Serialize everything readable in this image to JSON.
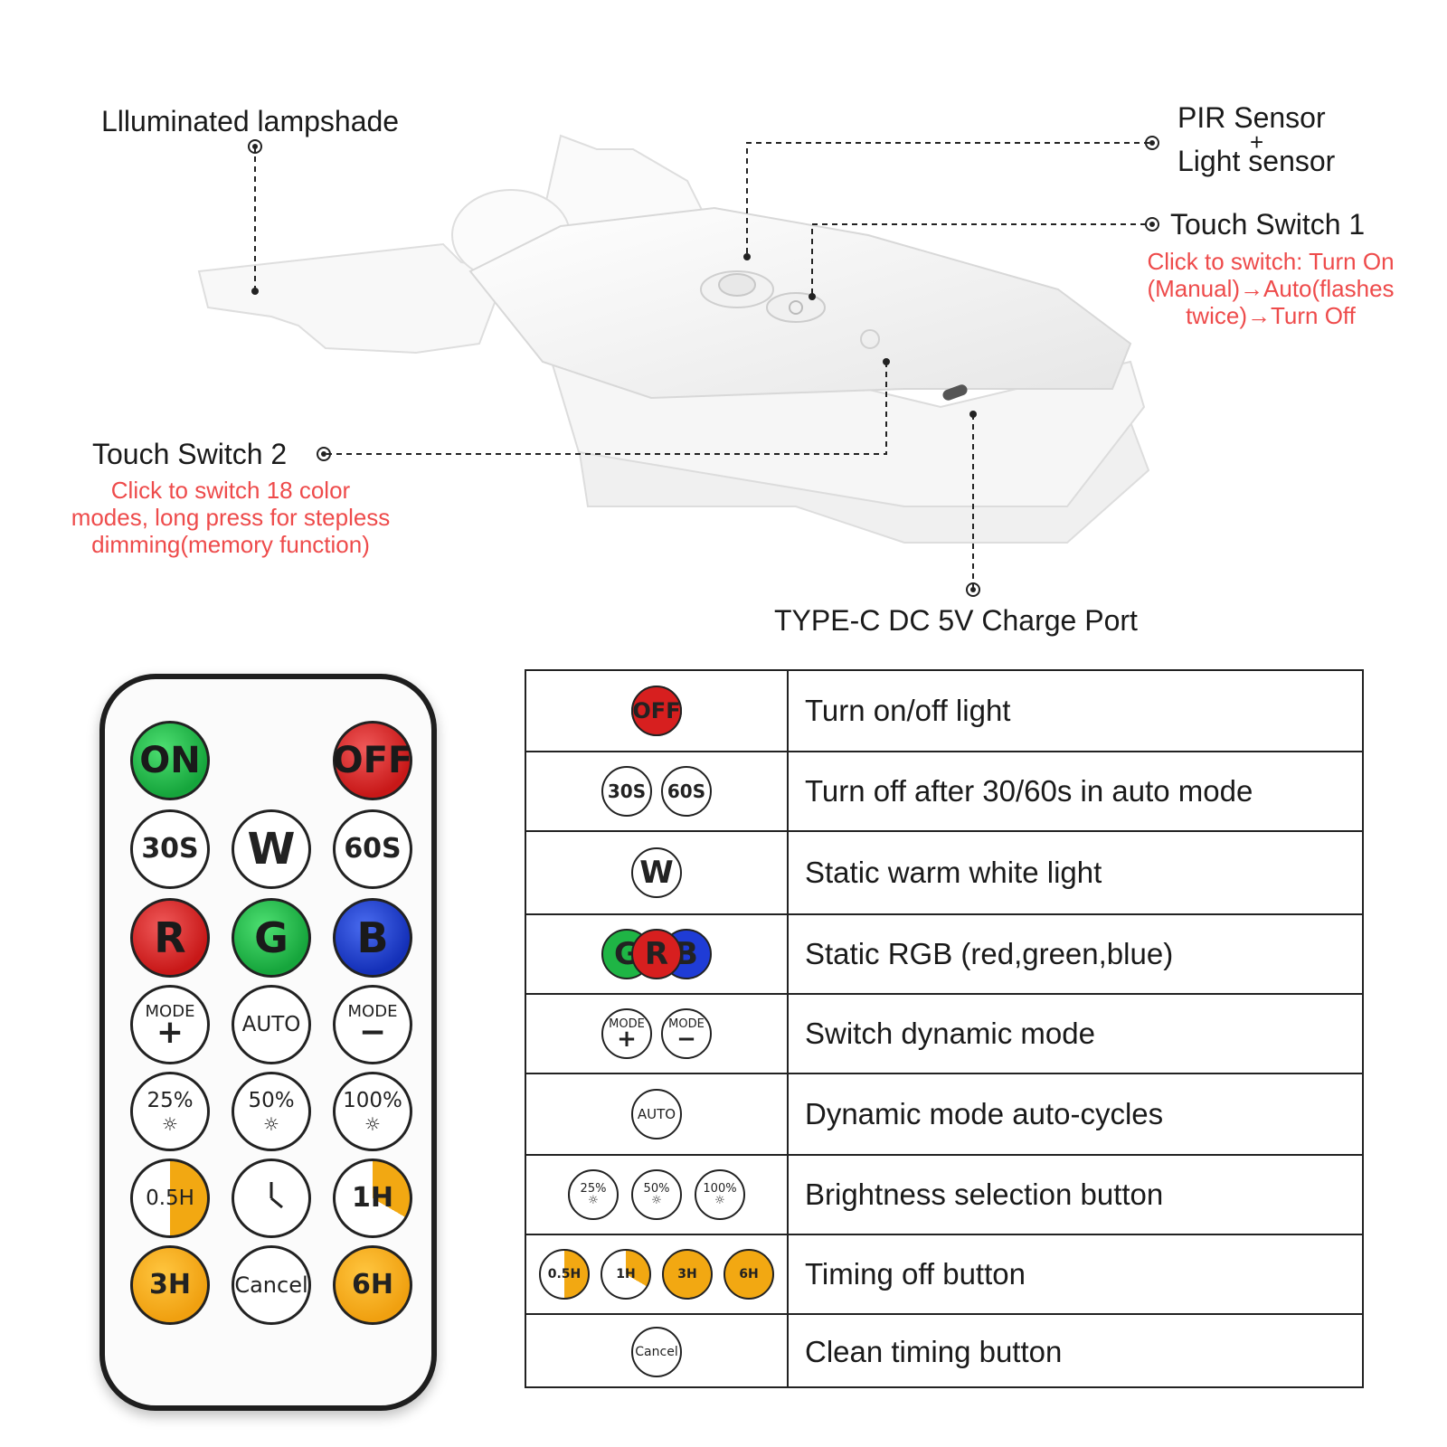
{
  "diagram": {
    "labels": {
      "lampshade": "Llluminated lampshade",
      "pir": "PIR Sensor",
      "plus": "+",
      "light_sensor": "Light sensor",
      "touch1": "Touch Switch 1",
      "touch1_desc": [
        "Click to switch: Turn On",
        "(Manual)→Auto(flashes",
        "twice)→Turn Off"
      ],
      "touch2": "Touch Switch 2",
      "touch2_desc": [
        "Click to switch 18 color",
        "modes, long press for stepless",
        "dimming(memory function)"
      ],
      "charge": "TYPE-C DC 5V Charge Port"
    },
    "colors": {
      "annotation_red": "#ee4b4b",
      "on_green": "#1fb545",
      "off_red": "#d71f1f",
      "blue": "#1f3cd6",
      "timer_orange": "#f2a812"
    }
  },
  "remote": {
    "buttons": {
      "on": "ON",
      "off": "OFF",
      "t30": "30S",
      "w": "W",
      "t60": "60S",
      "r": "R",
      "g": "G",
      "b": "B",
      "mode_plus": "MODE",
      "auto": "AUTO",
      "mode_minus": "MODE",
      "plus_sign": "+",
      "minus_sign": "−",
      "b25": "25%",
      "b50": "50%",
      "b100": "100%",
      "sun": "☼",
      "h05": "0.5H",
      "clock": "clock-icon",
      "h1": "1H",
      "h3": "3H",
      "cancel": "Cancel",
      "h6": "6H"
    }
  },
  "legend": {
    "rows": [
      {
        "desc": "Turn on/off light"
      },
      {
        "desc": "Turn off after 30/60s in auto mode"
      },
      {
        "desc": "Static warm white light"
      },
      {
        "desc": "Static RGB (red,green,blue)"
      },
      {
        "desc": "Switch dynamic mode"
      },
      {
        "desc": "Dynamic mode auto-cycles"
      },
      {
        "desc": "Brightness selection button"
      },
      {
        "desc": "Timing off button"
      },
      {
        "desc": "Clean timing button"
      }
    ]
  }
}
